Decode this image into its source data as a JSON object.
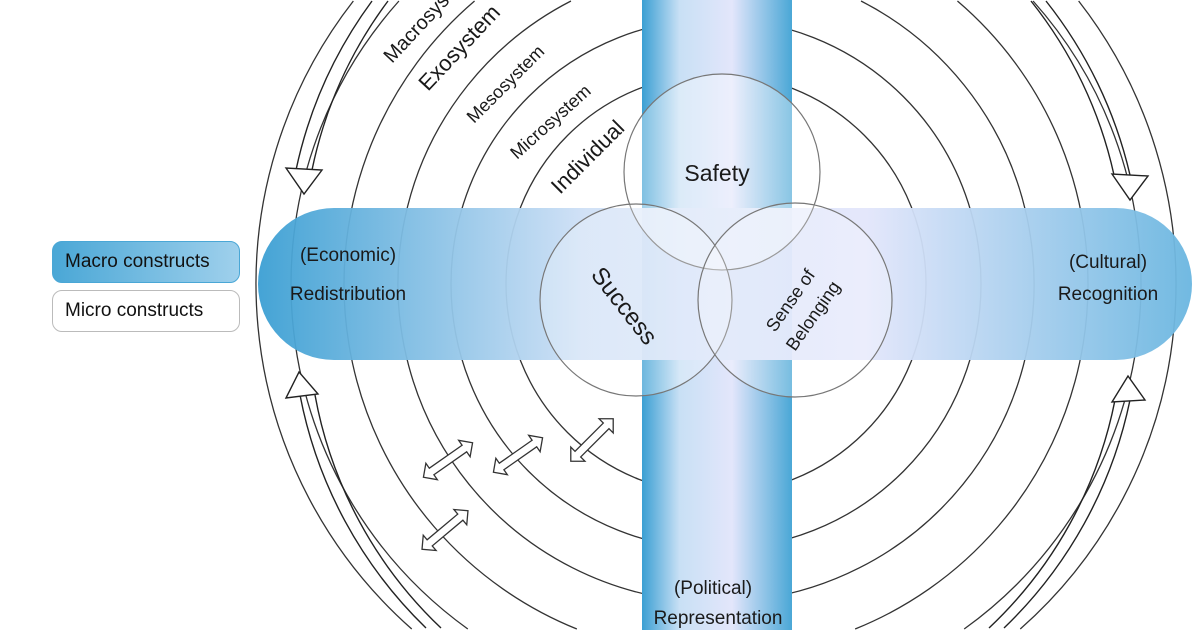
{
  "legend": {
    "macro": "Macro constructs",
    "micro": "Micro constructs"
  },
  "systems": [
    "Macrosystem",
    "Exosystem",
    "Mesosystem",
    "Microsystem",
    "Individual"
  ],
  "axes": {
    "left": {
      "qualifier": "(Economic)",
      "label": "Redistribution"
    },
    "right": {
      "qualifier": "(Cultural)",
      "label": "Recognition"
    },
    "bottom": {
      "qualifier": "(Political)",
      "label": "Representation"
    }
  },
  "venn": {
    "top": "Safety",
    "left": "Success",
    "right_line1": "Sense of",
    "right_line2": "Belonging"
  },
  "colors": {
    "band_dark": "#3b9fd3",
    "band_light": "#e3e8fb",
    "line": "#333333"
  }
}
